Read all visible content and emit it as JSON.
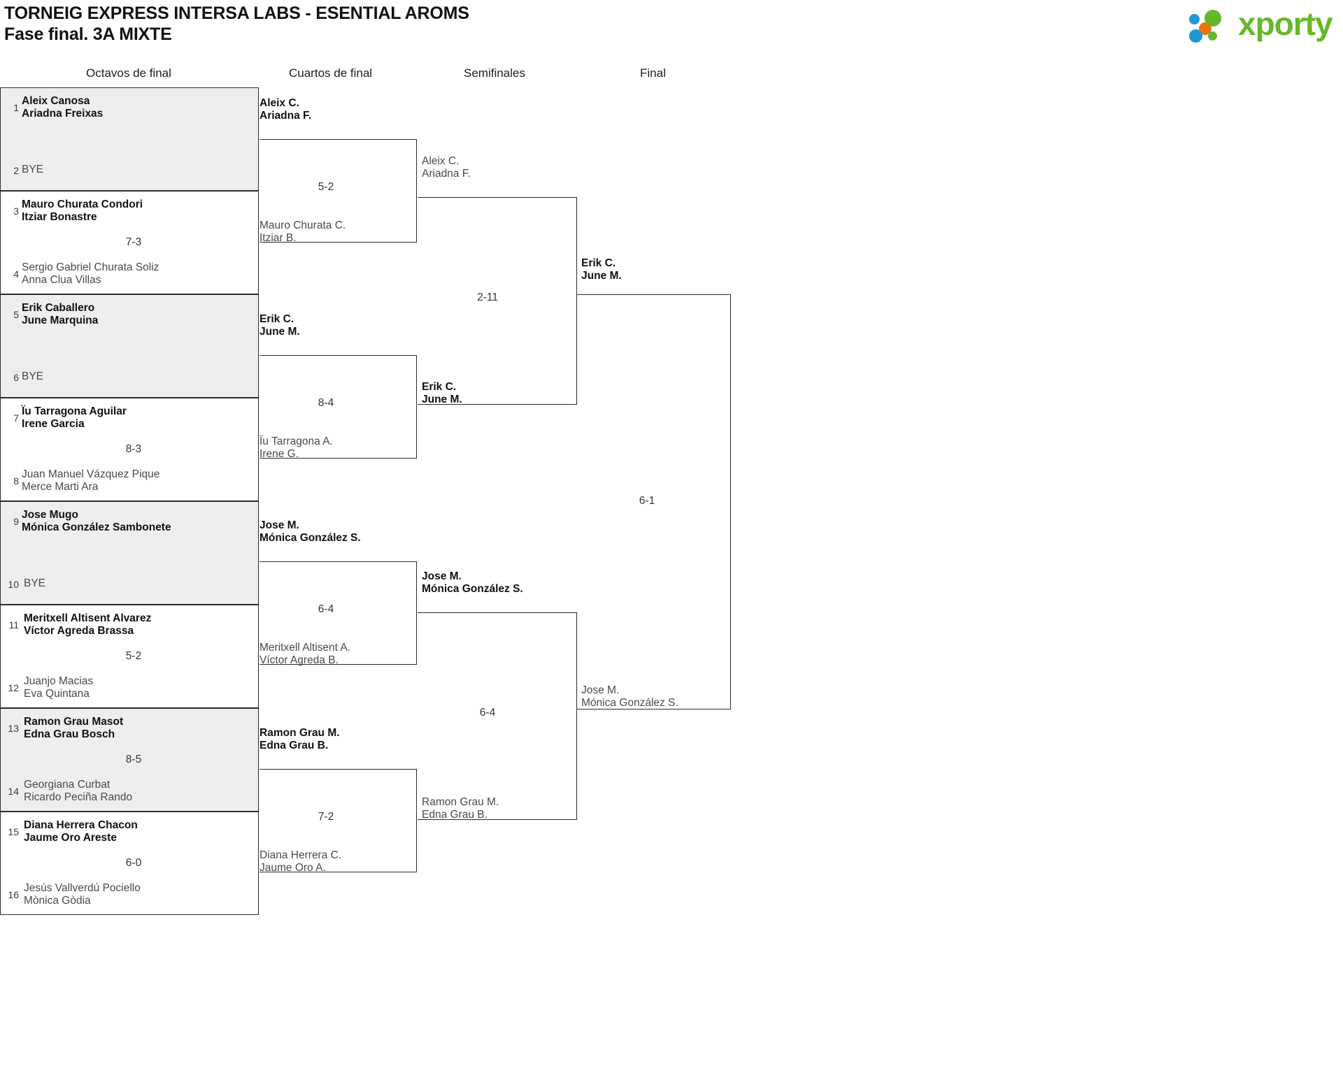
{
  "header": {
    "title_line1": "TORNEIG EXPRESS INTERSA LABS - ESENTIAL AROMS",
    "title_line2": "Fase final. 3A MIXTE",
    "logo_text": "xporty",
    "logo_colors": {
      "blue": "#2196D3",
      "orange": "#E8760C",
      "green": "#67B72B"
    }
  },
  "rounds": [
    {
      "label": "Octavos de final"
    },
    {
      "label": "Cuartos de final"
    },
    {
      "label": "Semifinales"
    },
    {
      "label": "Final"
    }
  ],
  "chart_data": {
    "type": "table",
    "title": "TORNEIG EXPRESS INTERSA LABS - ESENTIAL AROMS / Fase final. 3A MIXTE",
    "rounds": [
      "Octavos de final",
      "Cuartos de final",
      "Semifinales",
      "Final"
    ],
    "champion": {
      "p1": "Erik C.",
      "p2": "June M."
    }
  },
  "r1": {
    "seeds": [
      "1",
      "2",
      "3",
      "4",
      "5",
      "6",
      "7",
      "8",
      "9",
      "10",
      "11",
      "12",
      "13",
      "14",
      "15",
      "16"
    ],
    "matches": [
      {
        "score": "",
        "top": {
          "p1": "Aleix Canosa",
          "p2": "Ariadna Freixas",
          "winner": true
        },
        "bottom": {
          "p1": "BYE",
          "p2": "",
          "winner": false
        }
      },
      {
        "score": "7-3",
        "top": {
          "p1": "Mauro Churata Condori",
          "p2": "Itziar Bonastre",
          "winner": true
        },
        "bottom": {
          "p1": "Sergio Gabriel Churata Soliz",
          "p2": "Anna Clua Villas",
          "winner": false
        }
      },
      {
        "score": "",
        "top": {
          "p1": "Erik Caballero",
          "p2": "June Marquina",
          "winner": true
        },
        "bottom": {
          "p1": "BYE",
          "p2": "",
          "winner": false
        }
      },
      {
        "score": "8-3",
        "top": {
          "p1": "Ïu Tarragona Aguilar",
          "p2": "Irene Garcia",
          "winner": true
        },
        "bottom": {
          "p1": "Juan Manuel Vázquez Pique",
          "p2": "Merce Marti Ara",
          "winner": false
        }
      },
      {
        "score": "",
        "top": {
          "p1": "Jose Mugo",
          "p2": "Mónica González Sambonete",
          "winner": true
        },
        "bottom": {
          "p1": "BYE",
          "p2": "",
          "winner": false
        }
      },
      {
        "score": "5-2",
        "top": {
          "p1": "Meritxell Altisent Alvarez",
          "p2": "Víctor Agreda Brassa",
          "winner": true
        },
        "bottom": {
          "p1": "Juanjo Macias",
          "p2": "Eva Quintana",
          "winner": false
        }
      },
      {
        "score": "8-5",
        "top": {
          "p1": "Ramon Grau Masot",
          "p2": "Edna Grau Bosch",
          "winner": true
        },
        "bottom": {
          "p1": "Georgiana Curbat",
          "p2": "Ricardo Peciña Rando",
          "winner": false
        }
      },
      {
        "score": "6-0",
        "top": {
          "p1": "Diana Herrera Chacon",
          "p2": "Jaume Oro Areste",
          "winner": true
        },
        "bottom": {
          "p1": "Jesús Vallverdú Pociello",
          "p2": "Mònica Gòdia",
          "winner": false
        }
      }
    ]
  },
  "r2": {
    "matches": [
      {
        "score": "5-2",
        "top": {
          "p1": "Aleix C.",
          "p2": "Ariadna F.",
          "winner": true
        },
        "bottom": {
          "p1": "Mauro Churata C.",
          "p2": "Itziar B.",
          "winner": false
        }
      },
      {
        "score": "8-4",
        "top": {
          "p1": "Erik C.",
          "p2": "June M.",
          "winner": true
        },
        "bottom": {
          "p1": "Ïu Tarragona A.",
          "p2": "Irene G.",
          "winner": false
        }
      },
      {
        "score": "6-4",
        "top": {
          "p1": "Jose M.",
          "p2": "Mónica González S.",
          "winner": true
        },
        "bottom": {
          "p1": "Meritxell Altisent A.",
          "p2": "Víctor Agreda B.",
          "winner": false
        }
      },
      {
        "score": "7-2",
        "top": {
          "p1": "Ramon Grau M.",
          "p2": "Edna Grau B.",
          "winner": true
        },
        "bottom": {
          "p1": "Diana Herrera C.",
          "p2": "Jaume Oro A.",
          "winner": false
        }
      }
    ]
  },
  "r3": {
    "matches": [
      {
        "score": "2-11",
        "top": {
          "p1": "Aleix C.",
          "p2": "Ariadna F.",
          "winner": false
        },
        "bottom": {
          "p1": "Erik C.",
          "p2": "June M.",
          "winner": true
        }
      },
      {
        "score": "6-4",
        "top": {
          "p1": "Jose M.",
          "p2": "Mónica González S.",
          "winner": true
        },
        "bottom": {
          "p1": "Ramon Grau M.",
          "p2": "Edna Grau B.",
          "winner": false
        }
      }
    ]
  },
  "r4": {
    "matches": [
      {
        "score": "6-1",
        "top": {
          "p1": "Erik C.",
          "p2": "June M.",
          "winner": true
        },
        "bottom": {
          "p1": "Jose M.",
          "p2": "Mónica González S.",
          "winner": false
        }
      }
    ]
  }
}
